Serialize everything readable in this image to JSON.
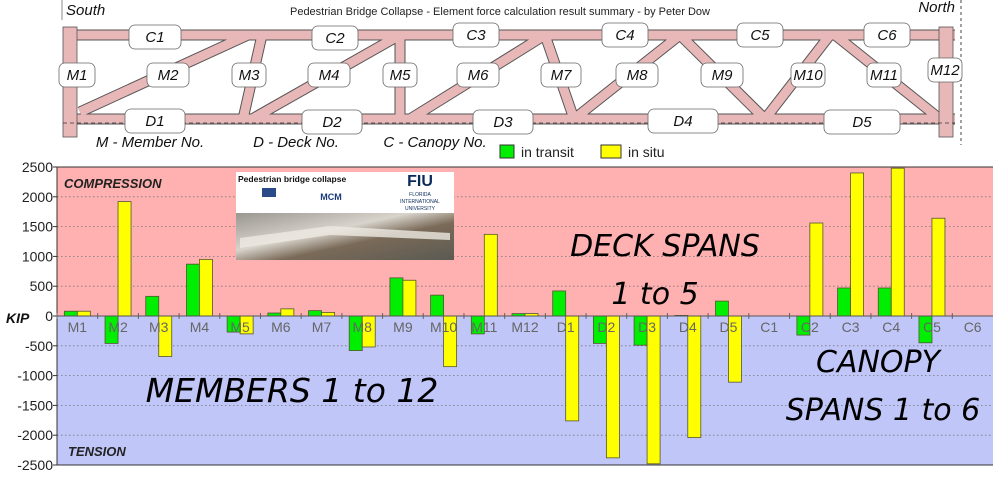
{
  "header": {
    "title": "Pedestrian Bridge Collapse - Element force calculation result summary - by Peter Dow",
    "south": "South",
    "north": "North"
  },
  "diagram": {
    "canopy_labels": [
      "C1",
      "C2",
      "C3",
      "C4",
      "C5",
      "C6"
    ],
    "member_labels": [
      "M1",
      "M2",
      "M3",
      "M4",
      "M5",
      "M6",
      "M7",
      "M8",
      "M9",
      "M10",
      "M11",
      "M12"
    ],
    "deck_labels": [
      "D1",
      "D2",
      "D3",
      "D4",
      "D5"
    ],
    "key": {
      "member": "M - Member No.",
      "deck": "D - Deck No.",
      "canopy": "C - Canopy No."
    }
  },
  "inset": {
    "title": "Pedestrian bridge collapse",
    "mcm": "MCM",
    "fiu": "FIU",
    "fiu_sub": [
      "FLORIDA",
      "INTERNATIONAL",
      "UNIVERSITY"
    ]
  },
  "chart_data": {
    "type": "bar",
    "title": "Pedestrian Bridge Collapse - Element force calculation result summary",
    "ylabel": "KIP",
    "xlabel": "",
    "ylim": [
      -2500,
      2500
    ],
    "yticks": [
      2500,
      2000,
      1500,
      1000,
      500,
      0,
      -500,
      -1000,
      -1500,
      -2000,
      -2500
    ],
    "grid": true,
    "legend_position": "top-center",
    "categories": [
      "M1",
      "M2",
      "M3",
      "M4",
      "M5",
      "M6",
      "M7",
      "M8",
      "M9",
      "M10",
      "M11",
      "M12",
      "D1",
      "D2",
      "D3",
      "D4",
      "D5",
      "C1",
      "C2",
      "C3",
      "C4",
      "C5",
      "C6"
    ],
    "series": [
      {
        "name": "in transit",
        "color": "#00ee00",
        "values": [
          80,
          -460,
          330,
          870,
          -270,
          50,
          90,
          -580,
          640,
          350,
          -300,
          40,
          420,
          -460,
          -490,
          10,
          250,
          0,
          -320,
          470,
          470,
          -450,
          0
        ]
      },
      {
        "name": "in situ",
        "color": "#ffff00",
        "values": [
          80,
          1920,
          -680,
          950,
          -300,
          120,
          60,
          -520,
          600,
          -850,
          1370,
          40,
          -1760,
          -2380,
          -2480,
          -2040,
          -1110,
          0,
          1560,
          2400,
          2480,
          1640,
          0
        ]
      }
    ],
    "annotations": {
      "compression": "COMPRESSION",
      "tension": "TENSION",
      "deck_1": "DECK SPANS",
      "deck_2": "1 to 5",
      "members": "MEMBERS 1 to 12",
      "canopy_1": "CANOPY",
      "canopy_2": "SPANS 1 to 6"
    },
    "region_colors": {
      "compression": "#ffb0b0",
      "tension": "#c0c6f8"
    }
  }
}
